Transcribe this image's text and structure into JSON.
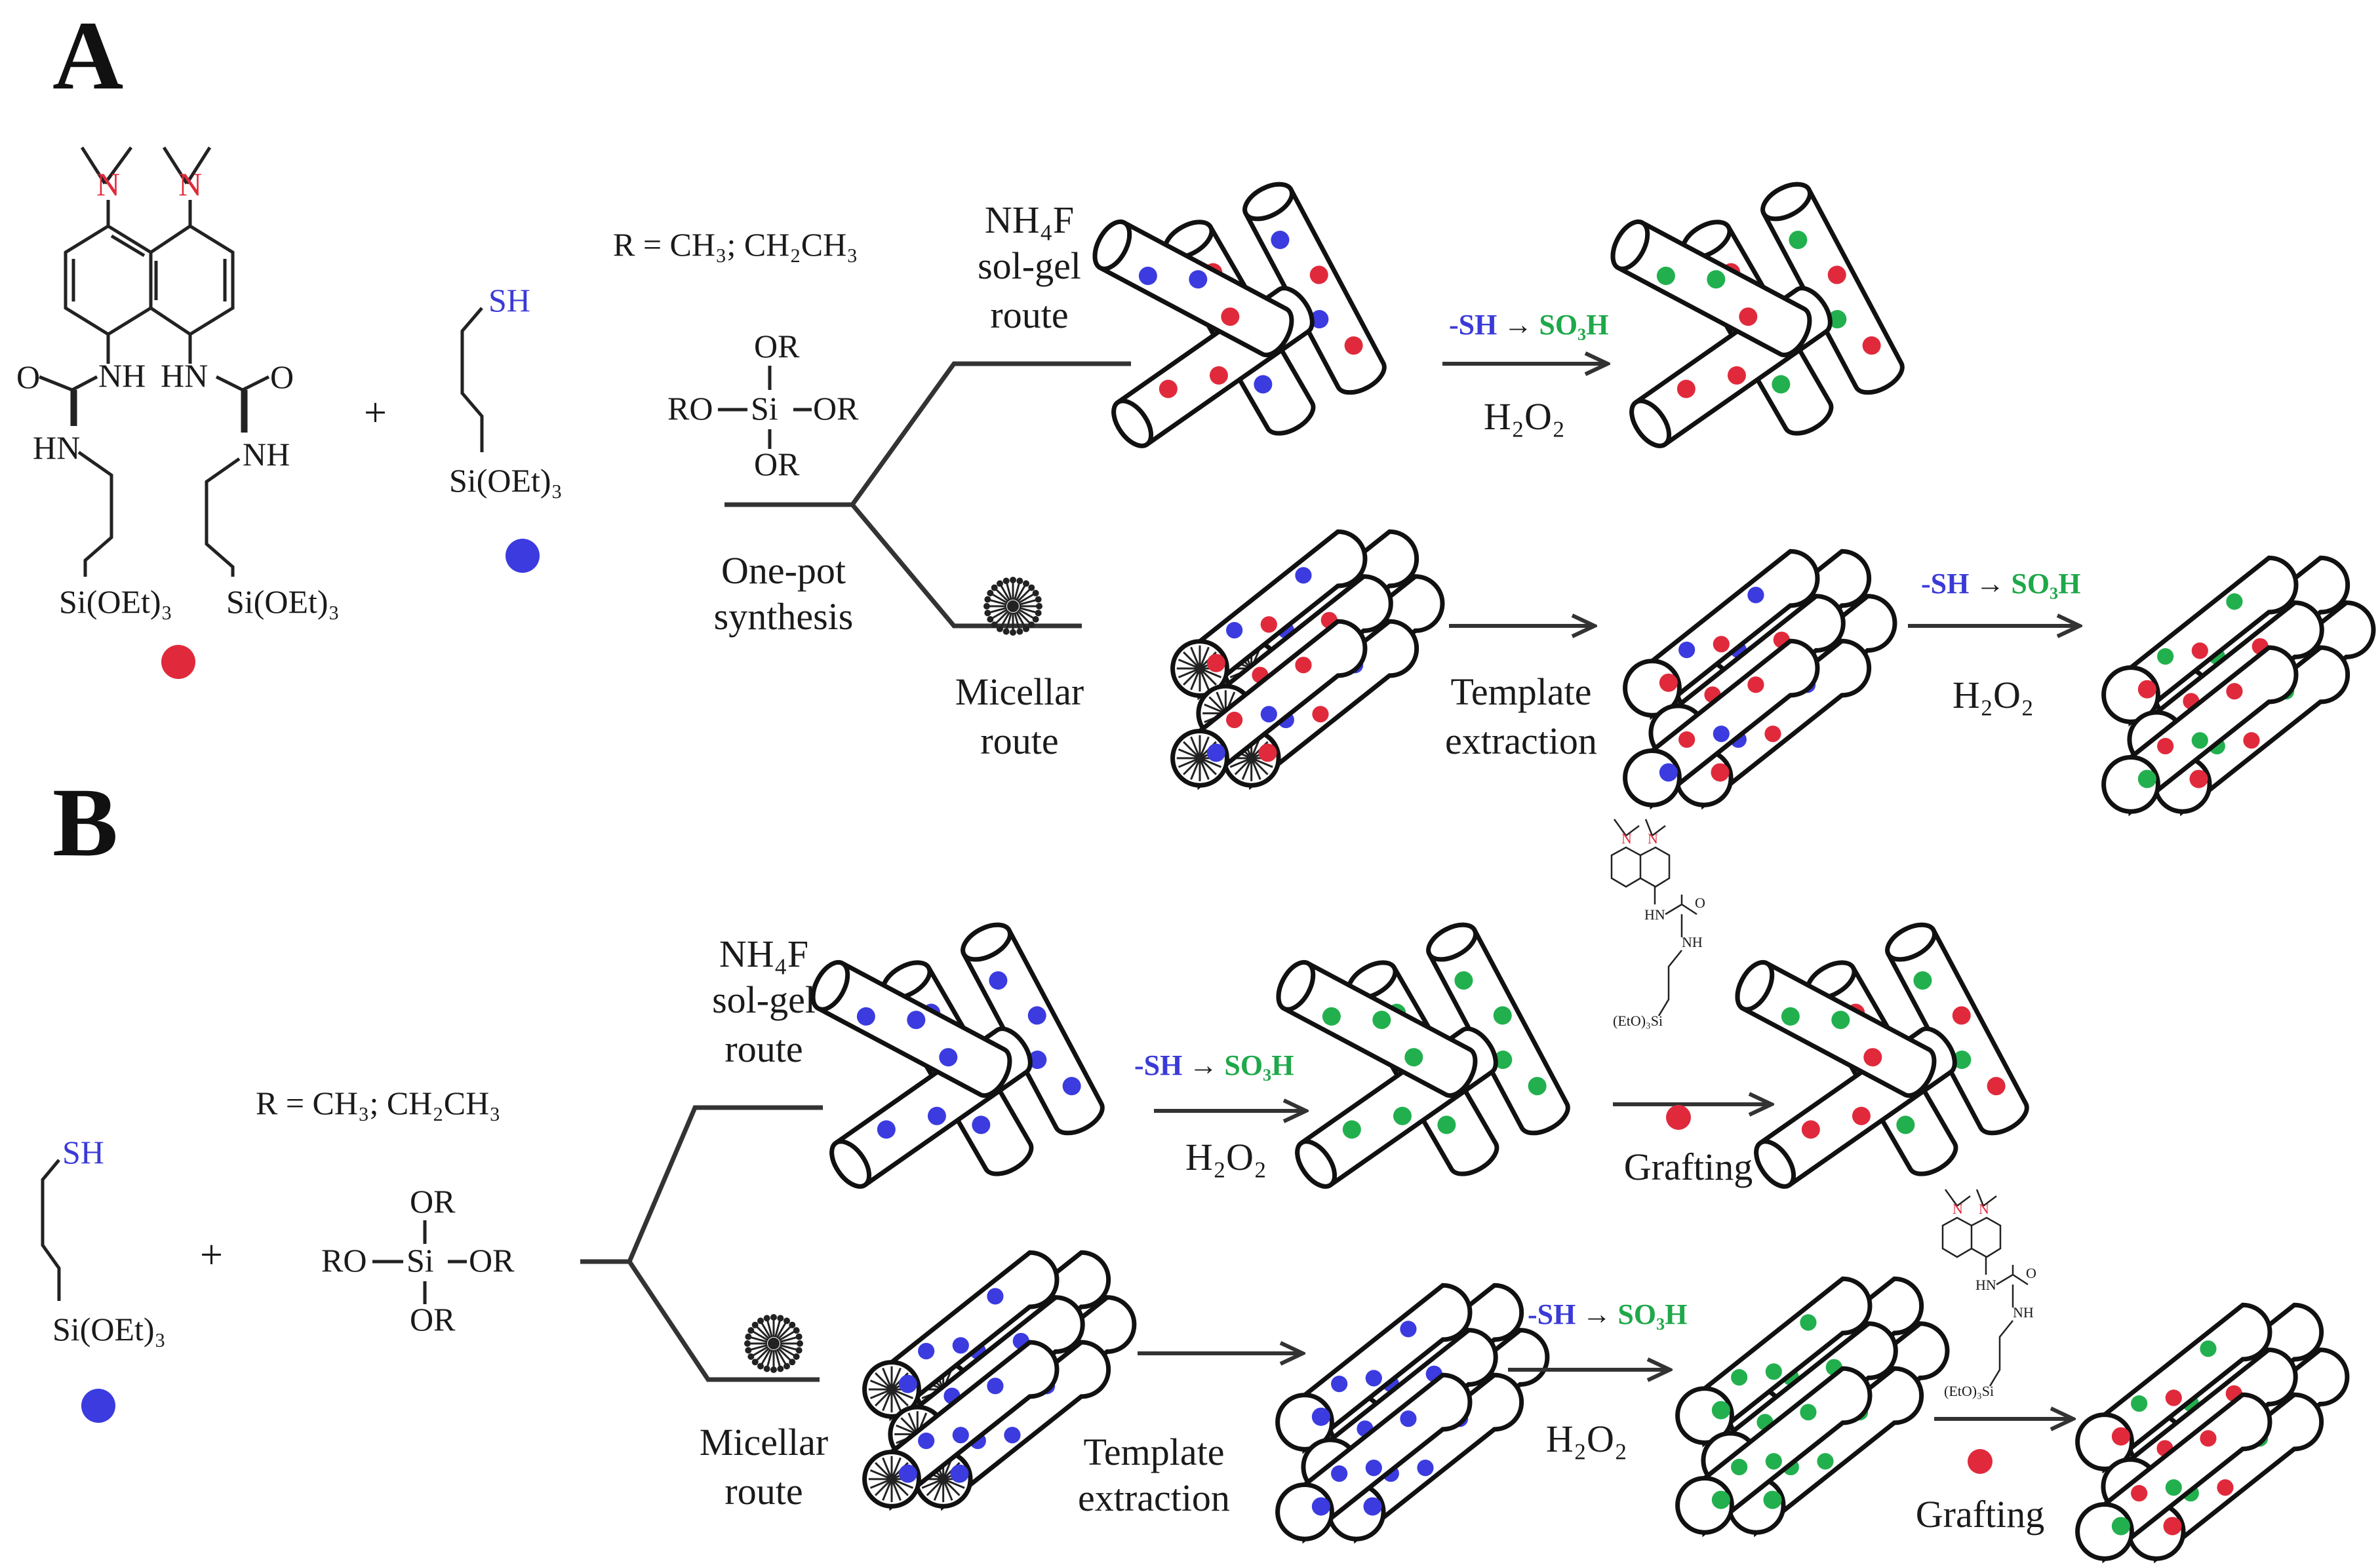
{
  "panels": {
    "a": "A",
    "b": "B"
  },
  "colors": {
    "sh_dot": "#3b3be0",
    "so3h_dot": "#22b04e",
    "probe_dot": "#e02a3c",
    "nitrogen": "#e02a3c",
    "sh_text": "#3a3ad8",
    "so3h_text": "#1fa84a"
  },
  "chem": {
    "r_def": "R = CH₃; CH₂CH₃",
    "or": "OR",
    "ro": "RO",
    "si": "Si",
    "sh": "SH",
    "sioet3": "Si(OEt)₃",
    "eto3si": "(EtO)₃Si",
    "nh": "NH",
    "hn": "HN",
    "o": "O",
    "n": "N",
    "plus": "+"
  },
  "routes": {
    "nh4f": "NH₄F",
    "solgel": "sol-gel",
    "route": "route",
    "onepot": "One-pot",
    "synthesis": "synthesis",
    "micellar": "Micellar",
    "template": "Template",
    "extraction": "extraction",
    "grafting": "Grafting"
  },
  "reaction": {
    "sh": "-SH",
    "arrow": "→",
    "so3h": "SO₃H",
    "h2o2": "H₂O₂"
  }
}
